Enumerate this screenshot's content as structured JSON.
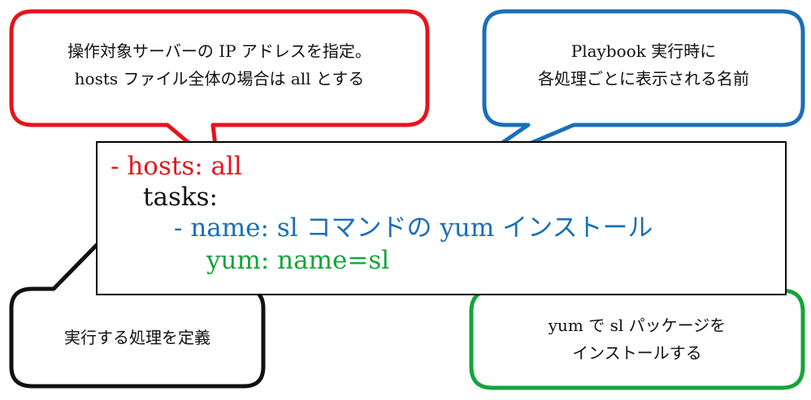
{
  "code": {
    "line1": "- hosts: all",
    "line2": "tasks:",
    "line3": "- name: sl コマンドの yum インストール",
    "line4": "yum: name=sl"
  },
  "callouts": {
    "hosts": {
      "line1": "操作対象サーバーの IP アドレスを指定。",
      "line2": "hosts ファイル全体の場合は all とする",
      "color": "#e6141c"
    },
    "name": {
      "line1": "Playbook 実行時に",
      "line2": "各処理ごとに表示される名前",
      "color": "#1a6fb8"
    },
    "tasks": {
      "line1": "実行する処理を定義",
      "color": "#111111"
    },
    "yum": {
      "line1": "yum で sl パッケージを",
      "line2": "インストールする",
      "color": "#13a53a"
    }
  },
  "colors": {
    "hosts_line": "#e6141c",
    "tasks_line": "#111111",
    "name_line": "#1a6fb8",
    "yum_line": "#13a53a"
  }
}
